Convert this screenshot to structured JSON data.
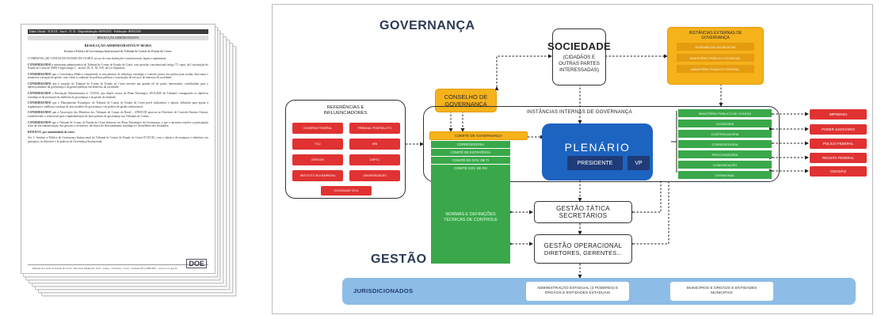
{
  "document": {
    "header": "Diário Oficial · TCE-CE · Ano 6 · Nº 31 · Disponibilização: 00/00/2015 · Publicação: 00/00/2015",
    "band": "RESOLUÇÃO ADMINISTRATIVA",
    "title": "RESOLUÇÃO ADMINISTRATIVA Nº 00/2015",
    "subtitle": "Institui a Política de Governança Institucional do Tribunal de Contas do Estado do Ceará.",
    "intro": "O TRIBUNAL DE CONTAS DO ESTADO DO CEARÁ, no uso de suas atribuições constitucionais, legais e regimentais;",
    "considerandos": [
      {
        "lead": "CONSIDERANDO",
        "text": "a autonomia administrativa do Tribunal de Contas do Estado do Ceará, com previsão constitucional (artigo 75, caput, da Constituição do Estado do Ceará de 1989) e legal (artigo 1º, incisos IX, X, XI, XIV, da Lei Orgânica);"
      },
      {
        "lead": "CONSIDERANDO",
        "text": "que a Governança Pública compreende os mecanismos de liderança, estratégia e controle postos em prática para avaliar, direcionar e monitorar a atuação da gestão, com vistas à condução de políticas públicas e à prestação de serviços de interesse da sociedade;"
      },
      {
        "lead": "CONSIDERANDO",
        "text": "que a atuação do Tribunal de Contas do Estado do Ceará envolve um grande rol de partes interessadas, contribuindo para o aperfeiçoamento da governança e da gestão públicas em benefício da sociedade;"
      },
      {
        "lead": "CONSIDERANDO",
        "text": "a Resolução Administrativa nº 15/2014, que dispõe acerca do Plano Estratégico 2016-2020 do Tribunal, consagrando os objetivos estratégicos de promoção da melhoria da governança e da gestão da entidade;"
      },
      {
        "lead": "CONSIDERANDO",
        "text": "que o Planejamento Estratégico do Tribunal de Contas do Estado do Ceará prevê indicadores e planos, definidos para apoiar a implantação e melhoria contínua de seus modelos de governança e da política de gestão institucional;"
      },
      {
        "lead": "CONSIDERANDO",
        "text": "que a Associação dos Membros dos Tribunais de Contas do Brasil – ATRICON aprovou as Diretrizes de Controle Externo Atricon, estabelecendo o referencial para a implementação de boas práticas de governança nos Tribunais de Contas;"
      },
      {
        "lead": "CONSIDERANDO",
        "text": "que o Tribunal de Contas do Estado do Ceará elaborou seu Plano Estratégico de Governança, e que a iniciativa envolve a participação ativa da alta administração, dos gestores e servidores, em busca do direcionamento estratégico e da melhoria dos resultados;"
      }
    ],
    "resolve": "RESOLVE, por unanimidade de votos:",
    "article": "Art. 1º Instituir a Política de Governança Institucional do Tribunal de Contas do Estado do Ceará (TCE/CE), com o objetivo de assegurar a aderência aos princípios, às diretrizes e às práticas de Governança Institucional.",
    "footer": "Tribunal de Contas do Estado do Ceará · Rua Sena Madureira, 1047 · Centro · Fortaleza · Ceará · Telefone (85) 3488-5901 · www.tce.ce.gov.br",
    "logo": "DOE"
  },
  "diagram": {
    "governanca": "GOVERNANÇA",
    "gestao": "GESTÃO",
    "sociedade_title": "SOCIEDADE",
    "sociedade_sub": "(CIDADÃOS E OUTRAS PARTES INTERESSADAS)",
    "externas_title": "INSTÂNCIAS EXTERNAS DE GOVERNANÇA",
    "externas_items": [
      "ASSEMBLEIA LEGISLATIVA",
      "MINISTÉRIO PÚBLICO ESTADUAL",
      "MINISTÉRIO PÚBLICO FEDERAL"
    ],
    "conselho": "CONSELHO DE GOVERNANÇA",
    "referencias_title": "REFERÊNCIAS E INFLUENCIADORES",
    "referencias_items": [
      "GOVERNO FEDERAL",
      "TRIBUNAL FEDERAL ETC",
      "TCU",
      "IRB",
      "ATRICON",
      "CNPTC",
      "INSTITUTO RUI BARBOSA",
      "UNIVERSIDADES",
      "SOCIEDADE CIVIL"
    ],
    "internas_title": "INSTÂNCIAS INTERNAS DE GOVERNANÇA",
    "comite_governanca": "COMITÊ DE GOVERNANÇA",
    "green_bars": [
      "CORREGEDORIA",
      "COMITÊ DE ESTRATÉGIA",
      "COMITÊ DE GOV. DE TI",
      "COMITÊ GOV. DE RH"
    ],
    "plenario": "PLENÁRIO",
    "presidente": "PRESIDENTE",
    "vp": "VP",
    "normas": "NORMAS E DEFINIÇÕES TÉCNICAS DE CONTROLE",
    "right_green": [
      "MINISTÉRIO PÚBLICO DE CONTAS",
      "OUVIDORIA",
      "CONTROLADORIA",
      "CORREGEDORIA",
      "PROCURADORIA",
      "COMUNICAÇÃO",
      "CERIMONIAL"
    ],
    "right_red": [
      "IMPRENSA",
      "PODER JUDICIÁRIO",
      "POLÍCIA FEDERAL",
      "RECEITA FEDERAL",
      "CIDADÃO"
    ],
    "gestao_tatica": "GESTÃO TÁTICA",
    "secretarios": "SECRETÁRIOS",
    "gestao_operacional": "GESTÃO OPERACIONAL",
    "diretores": "DIRETORES, GERENTES...",
    "jurisdicionados": "JURISDICIONADOS",
    "administracao_estadual": "ADMINISTRAÇÃO ESTADUAL (3 PODERES) E ÓRGÃOS E ENTIDADES ESTADUAIS",
    "municipios": "MUNICÍPIOS E ÓRGÃOS E ENTIDADES MUNICIPAIS"
  },
  "colors": {
    "orange": "#f6b21b",
    "green": "#3aa84a",
    "red": "#e03232",
    "plenario_blue": "#1d63c0",
    "dark_navy": "#1f3b78",
    "jurisdicionados_blue": "#8dbde6"
  }
}
